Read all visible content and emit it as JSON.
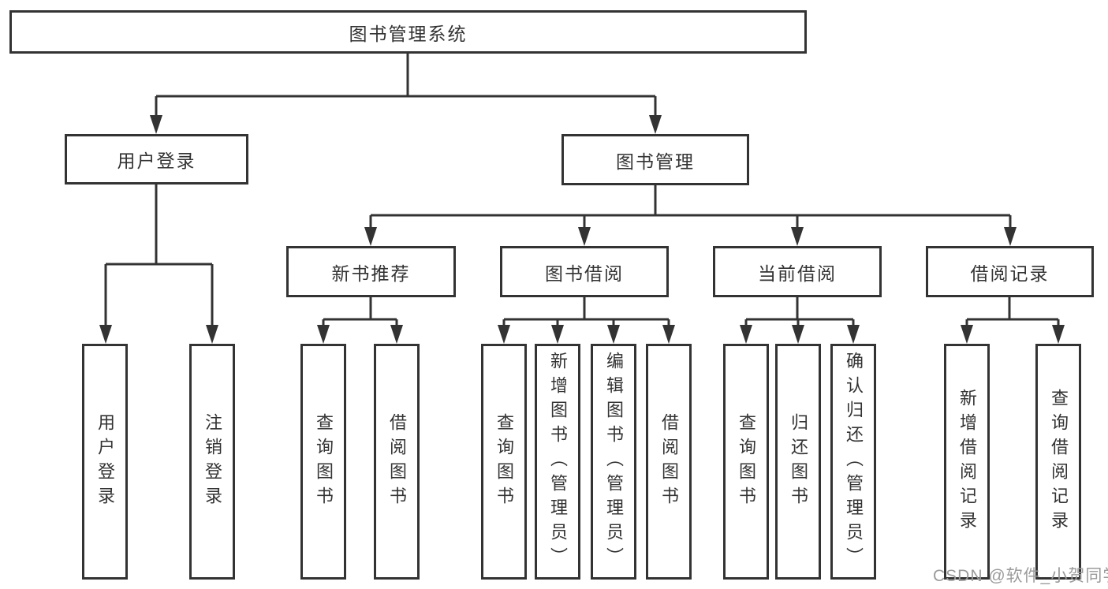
{
  "diagram": {
    "root": {
      "label": "图书管理系统"
    },
    "branches": [
      {
        "label": "用户登录",
        "leaves": [
          {
            "label": "用户登录"
          },
          {
            "label": "注销登录"
          }
        ]
      },
      {
        "label": "图书管理",
        "sections": [
          {
            "label": "新书推荐",
            "leaves": [
              {
                "label": "查询图书"
              },
              {
                "label": "借阅图书"
              }
            ]
          },
          {
            "label": "图书借阅",
            "leaves": [
              {
                "label": "查询图书"
              },
              {
                "label": "新增图书（管理员）"
              },
              {
                "label": "编辑图书（管理员）"
              },
              {
                "label": "借阅图书"
              }
            ]
          },
          {
            "label": "当前借阅",
            "leaves": [
              {
                "label": "查询图书"
              },
              {
                "label": "归还图书"
              },
              {
                "label": "确认归还（管理员）"
              }
            ]
          },
          {
            "label": "借阅记录",
            "leaves": [
              {
                "label": "新增借阅记录"
              },
              {
                "label": "查询借阅记录"
              }
            ]
          }
        ]
      }
    ]
  },
  "watermark": {
    "text": "CSDN @软件_小贺同学"
  },
  "colors": {
    "line": "#333333",
    "text": "#333333",
    "watermark_text": "#9b9b9b",
    "background": "#ffffff"
  }
}
